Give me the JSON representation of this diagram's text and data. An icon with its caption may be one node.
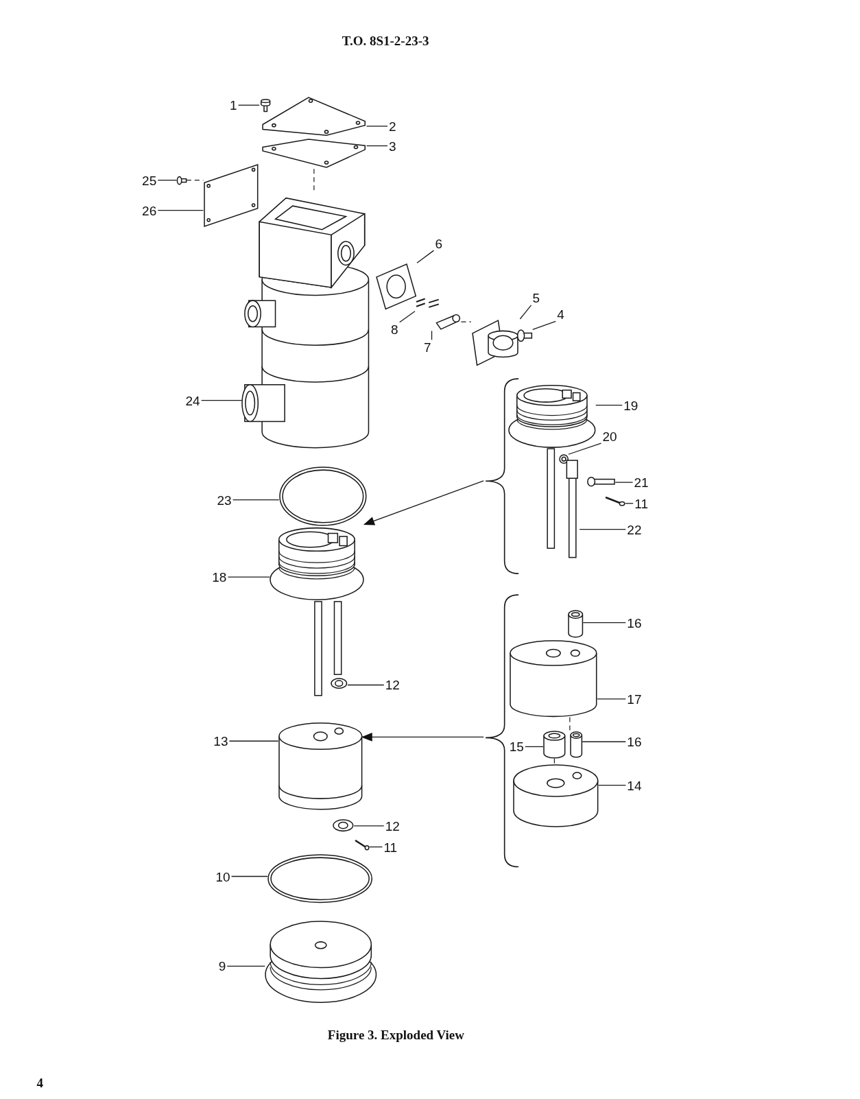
{
  "diagram": {
    "title": "T.O. 8S1-2-23-3",
    "caption": "Figure 3.  Exploded View",
    "nodes": [
      {
        "text": [
          "1"
        ]
      },
      {
        "text": [],
        "shape": "picture"
      },
      {
        "text": [
          "2"
        ]
      },
      {
        "text": [],
        "shape": "picture"
      },
      {
        "text": [
          "3"
        ]
      },
      {
        "text": [],
        "shape": "picture"
      },
      {
        "text": [
          "25"
        ]
      },
      {
        "text": [],
        "shape": "picture"
      },
      {
        "text": [
          "26"
        ]
      },
      {
        "text": [],
        "shape": "picture"
      },
      {
        "text": [
          "6"
        ]
      },
      {
        "text": [],
        "shape": "picture"
      },
      {
        "text": [
          "5"
        ]
      },
      {
        "text": [],
        "shape": "picture"
      },
      {
        "text": [
          "4"
        ]
      },
      {
        "text": [],
        "shape": "picture"
      },
      {
        "text": [
          "8"
        ]
      },
      {
        "text": [],
        "shape": "picture"
      },
      {
        "text": [
          "7"
        ]
      },
      {
        "text": [],
        "shape": "picture"
      },
      {
        "text": [
          "24"
        ]
      },
      {
        "text": [],
        "shape": "picture"
      },
      {
        "text": [
          "19"
        ]
      },
      {
        "text": [],
        "shape": "picture"
      },
      {
        "text": [
          "20"
        ]
      },
      {
        "text": [],
        "shape": "picture"
      },
      {
        "text": [
          "21"
        ]
      },
      {
        "text": [],
        "shape": "picture"
      },
      {
        "text": [
          "11"
        ]
      },
      {
        "text": [],
        "shape": "picture"
      },
      {
        "text": [
          "22"
        ]
      },
      {
        "text": [],
        "shape": "bar"
      },
      {
        "text": [
          "23"
        ]
      },
      {
        "text": [],
        "shape": "picture"
      },
      {
        "text": [
          "18"
        ]
      },
      {
        "text": [],
        "shape": "picture"
      },
      {
        "text": [
          "16"
        ]
      },
      {
        "text": [],
        "shape": "cylinder"
      },
      {
        "text": [
          "17"
        ]
      },
      {
        "text": [],
        "shape": "cylinder"
      },
      {
        "text": [
          "12"
        ]
      },
      {
        "text": [],
        "shape": "picture"
      },
      {
        "text": [
          "13"
        ]
      },
      {
        "text": [],
        "shape": "picture"
      },
      {
        "text": [
          "15"
        ]
      },
      {
        "text": [],
        "shape": "cylinder"
      },
      {
        "text": [
          "16"
        ]
      },
      {
        "text": [],
        "shape": "cylinder"
      },
      {
        "text": [
          "14"
        ]
      },
      {
        "text": [],
        "shape": "cylinder"
      },
      {
        "text": [
          "12"
        ]
      },
      {
        "text": [],
        "shape": "picture"
      },
      {
        "text": [
          "11"
        ]
      },
      {
        "text": [],
        "shape": "picture"
      },
      {
        "text": [
          "10"
        ]
      },
      {
        "text": [],
        "shape": "picture"
      },
      {
        "text": [
          "9"
        ]
      },
      {
        "text": [],
        "shape": "picture"
      },
      {
        "text": [],
        "shape": "bracket"
      },
      {
        "text": [],
        "shape": "bracket"
      }
    ],
    "edges": [
      {
        "from": 0,
        "to": 1,
        "arrow": "none"
      },
      {
        "from": 2,
        "to": 3,
        "arrow": "none"
      },
      {
        "from": 4,
        "to": 5,
        "arrow": "none"
      },
      {
        "from": 6,
        "to": 7,
        "arrow": "none"
      },
      {
        "from": 8,
        "to": 9,
        "arrow": "none"
      },
      {
        "from": 10,
        "to": 11,
        "arrow": "none"
      },
      {
        "from": 12,
        "to": 13,
        "arrow": "none"
      },
      {
        "from": 14,
        "to": 15,
        "arrow": "none"
      },
      {
        "from": 16,
        "to": 17,
        "arrow": "none"
      },
      {
        "from": 18,
        "to": 19,
        "arrow": "none"
      },
      {
        "from": 20,
        "to": 21,
        "arrow": "none"
      },
      {
        "from": 22,
        "to": 23,
        "arrow": "none"
      },
      {
        "from": 24,
        "to": 25,
        "arrow": "none"
      },
      {
        "from": 26,
        "to": 27,
        "arrow": "none"
      },
      {
        "from": 28,
        "to": 29,
        "arrow": "none"
      },
      {
        "from": 30,
        "to": 31,
        "arrow": "none"
      },
      {
        "from": 32,
        "to": 33,
        "arrow": "none"
      },
      {
        "from": 34,
        "to": 35,
        "arrow": "none"
      },
      {
        "from": 36,
        "to": 37,
        "arrow": "none"
      },
      {
        "from": 38,
        "to": 39,
        "arrow": "none"
      },
      {
        "from": 40,
        "to": 41,
        "arrow": "none"
      },
      {
        "from": 42,
        "to": 43,
        "arrow": "none"
      },
      {
        "from": 44,
        "to": 45,
        "arrow": "none"
      },
      {
        "from": 46,
        "to": 47,
        "arrow": "none"
      },
      {
        "from": 48,
        "to": 49,
        "arrow": "none"
      },
      {
        "from": 50,
        "to": 51,
        "arrow": "none"
      },
      {
        "from": 52,
        "to": 53,
        "arrow": "none"
      },
      {
        "from": 54,
        "to": 55,
        "arrow": "none"
      },
      {
        "from": 56,
        "to": 57,
        "arrow": "none"
      },
      {
        "from": 58,
        "to": 35,
        "arrow": "to"
      },
      {
        "from": 59,
        "to": 43,
        "arrow": "to"
      },
      {
        "from": 5,
        "to": 21,
        "arrow": "none",
        "style": "dashed"
      },
      {
        "from": 7,
        "to": 9,
        "arrow": "none",
        "style": "dashed"
      },
      {
        "from": 19,
        "to": 13,
        "arrow": "none",
        "style": "dashed"
      },
      {
        "from": 39,
        "to": 47,
        "arrow": "none",
        "style": "dashed"
      },
      {
        "from": 45,
        "to": 49,
        "arrow": "none",
        "style": "dashed"
      }
    ],
    "labels": [
      "4"
    ]
  }
}
